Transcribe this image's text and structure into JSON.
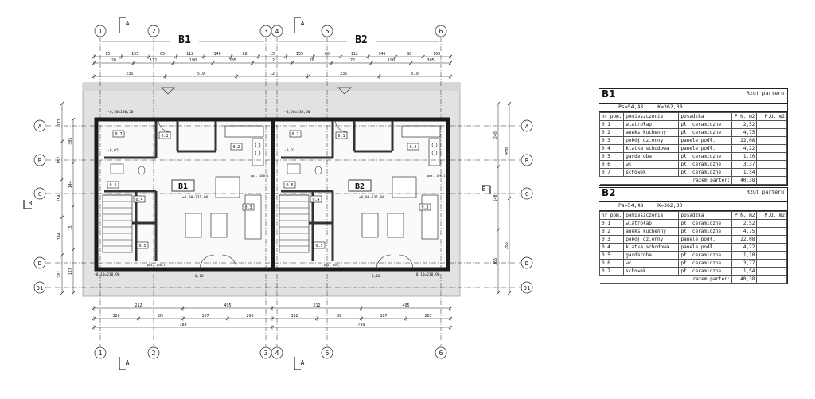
{
  "plan": {
    "units": [
      "B1",
      "B2"
    ],
    "section_marks": [
      "A",
      "B"
    ],
    "axes_cols": [
      "1",
      "2",
      "3",
      "4",
      "5",
      "6"
    ],
    "axes_rows": [
      "A",
      "B",
      "C",
      "D",
      "D1"
    ],
    "dims_top_1": [
      "15",
      "155",
      "65",
      "112",
      "146",
      "88",
      "15",
      "155",
      "60",
      "112",
      "146",
      "88",
      "100"
    ],
    "dims_top_2": [
      "20",
      "172",
      "190",
      "305",
      "12",
      "20",
      "172",
      "190",
      "305"
    ],
    "dims_top_3": [
      "236",
      "519",
      "12",
      "236",
      "519"
    ],
    "dims_bottom_1": [
      "212",
      "495",
      "212",
      "495"
    ],
    "dims_bottom_2": [
      "320",
      "89",
      "107",
      "203",
      "382",
      "89",
      "107",
      "203"
    ],
    "dims_bottom_3": [
      "789",
      "799"
    ],
    "dims_left": [
      "177",
      "157",
      "154",
      "144",
      "281",
      "305",
      "144",
      "15",
      "127"
    ],
    "dims_right": [
      "248",
      "140",
      "365",
      "490",
      "266"
    ],
    "room_tags": [
      "0.1",
      "0.2",
      "0.3",
      "0.4",
      "0.5",
      "0.6",
      "0.7"
    ],
    "levels": [
      "±0,00=231,00",
      "-0,10",
      "-0,50=230,50",
      "-0,02",
      "-0,10=230,90"
    ],
    "misc_labels": [
      "poz. 100,1",
      "pos. 100,1"
    ]
  },
  "tables": [
    {
      "unit": "B1",
      "title": "Rzut parteru",
      "ps": "Ps=54,48",
      "k": "K=362,30",
      "headers": [
        "nr pom.",
        "pomieszczenie",
        "posadzka",
        "P.N. m2",
        "P.U. m2"
      ],
      "rows": [
        [
          "0.1",
          "wiatrołap",
          "pł. ceramiczne",
          "2,52",
          ""
        ],
        [
          "0.2",
          "aneks kuchenny",
          "pł. ceramiczne",
          "4,75",
          ""
        ],
        [
          "0.3",
          "pokój dz.enny",
          "panele podł.",
          "22,08",
          ""
        ],
        [
          "0.4",
          "klatka schodowa",
          "panele podł.",
          "4,22",
          ""
        ],
        [
          "0.5",
          "garderoba",
          "pł. ceramiczne",
          "1,10",
          ""
        ],
        [
          "0.6",
          "wc",
          "pł. ceramiczne",
          "3,37",
          ""
        ],
        [
          "0.7",
          "schowek",
          "pł. ceramiczne",
          "1,54",
          ""
        ]
      ],
      "sum_label": "razem parter:",
      "sum_value": "40,38"
    },
    {
      "unit": "B2",
      "title": "Rzut parteru",
      "ps": "Ps=54,48",
      "k": "K=362,30",
      "headers": [
        "nr pom.",
        "pomieszczenie",
        "posadzka",
        "P.N. m2",
        "P.U. m2"
      ],
      "rows": [
        [
          "0.1",
          "wiatrołap",
          "pł. ceramiczne",
          "2,52",
          ""
        ],
        [
          "0.2",
          "aneks kuchenny",
          "pł. ceramiczne",
          "4,75",
          ""
        ],
        [
          "0.3",
          "pokój dz.enny",
          "panele podł.",
          "22,08",
          ""
        ],
        [
          "0.4",
          "klatka schodowa",
          "panele podł.",
          "4,22",
          ""
        ],
        [
          "0.5",
          "garderoba",
          "pł. ceramiczne",
          "1,10",
          ""
        ],
        [
          "0.6",
          "wc",
          "pł. ceramiczne",
          "3,77",
          ""
        ],
        [
          "0.7",
          "schowek",
          "pł. ceramiczne",
          "1,54",
          ""
        ]
      ],
      "sum_label": "razem parter:",
      "sum_value": "40,38"
    }
  ]
}
